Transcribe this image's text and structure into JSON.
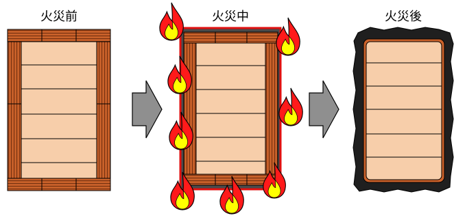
{
  "stages": [
    {
      "label": "火災前"
    },
    {
      "label": "火災中"
    },
    {
      "label": "火災後"
    }
  ],
  "colors": {
    "timber": "#c9612a",
    "timber_grain": "#6b2a0c",
    "core": "#f7ceaa",
    "char": "#1f1f1f",
    "arrow": "#8f8f8f",
    "flame_outer": "#ff1a1a",
    "flame_inner": "#ffff00"
  },
  "icons": [
    "right-arrow-icon",
    "flame-icon"
  ]
}
